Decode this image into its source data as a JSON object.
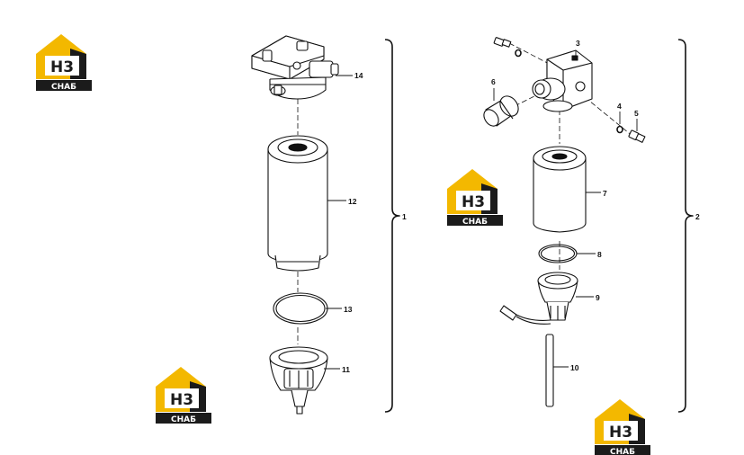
{
  "callouts": {
    "c1": "1",
    "c2": "2",
    "c3": "3",
    "c4": "4",
    "c5": "5",
    "c6": "6",
    "c7": "7",
    "c8": "8",
    "c9": "9",
    "c10": "10",
    "c11": "11",
    "c12": "12",
    "c13": "13",
    "c14": "14"
  },
  "watermark": {
    "main": "H3",
    "sub": "СНАБ",
    "colors": {
      "gold": "#f3b800",
      "dark": "#1b1b1b",
      "white": "#ffffff"
    }
  },
  "colors": {
    "line": "#111111",
    "background": "#ffffff"
  }
}
